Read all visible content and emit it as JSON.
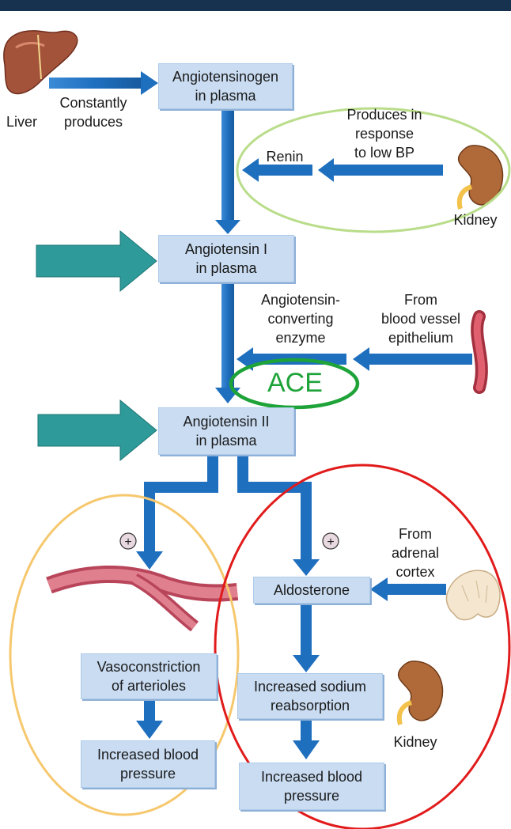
{
  "boxes": {
    "angiotensinogen": "Angiotensinogen\nin plasma",
    "angiotensin_1": "Angiotensin I\nin plasma",
    "angiotensin_2": "Angiotensin II\nin plasma",
    "aldosterone": "Aldosterone",
    "vasoconstriction": "Vasoconstriction\nof arterioles",
    "sodium": "Increased sodium\nreabsorption",
    "bp_left": "Increased blood\npressure",
    "bp_right": "Increased blood\npressure"
  },
  "labels": {
    "liver": "Liver",
    "constantly_produces": "Constantly\nproduces",
    "produces_in_response": "Produces in\nresponse\nto low BP",
    "renin": "Renin",
    "kidney_top": "Kidney",
    "ace_name": "Angiotensin-\nconverting\nenzyme",
    "from_vessel": "From\nblood vessel\nepithelium",
    "ace": "ACE",
    "from_adrenal": "From\nadrenal\ncortex",
    "kidney_bottom": "Kidney"
  },
  "colors": {
    "box_fill": "#c9dcf2",
    "arrow_blue": "#1f6fbf",
    "highlight_arrow": "#2e9a9a",
    "green_light": "#b9dd8a",
    "green_dark": "#1ea339",
    "orange": "#f6c86e",
    "red": "#e11b1b"
  },
  "icons": [
    "liver-icon",
    "kidney-icon",
    "blood-vessel-icon",
    "artery-icon",
    "adrenal-gland-icon",
    "plus-icon"
  ]
}
